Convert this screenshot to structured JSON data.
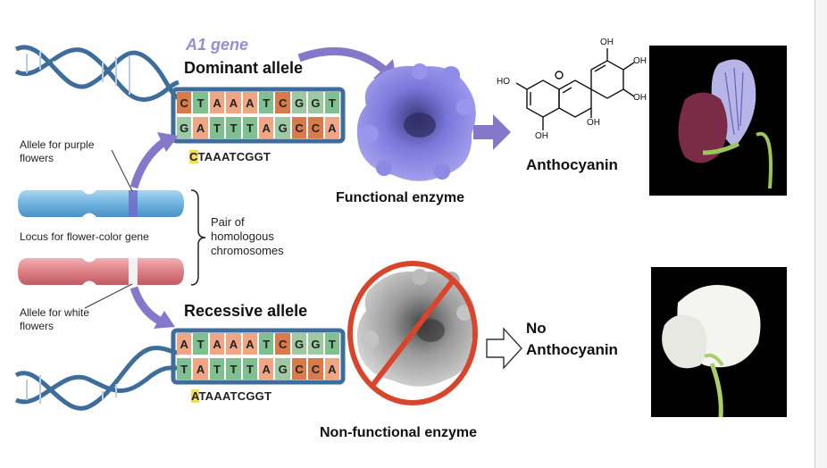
{
  "gene_title": "A1 gene",
  "dominant_label": "Dominant allele",
  "recessive_label": "Recessive allele",
  "dominant_sequence": {
    "top": [
      "C",
      "T",
      "A",
      "A",
      "A",
      "T",
      "C",
      "G",
      "G",
      "T"
    ],
    "bottom": [
      "G",
      "A",
      "T",
      "T",
      "T",
      "A",
      "G",
      "C",
      "C",
      "A"
    ],
    "first": "C",
    "rest": "TAAATCGGT"
  },
  "recessive_sequence": {
    "top": [
      "A",
      "T",
      "A",
      "A",
      "A",
      "T",
      "C",
      "G",
      "G",
      "T"
    ],
    "bottom": [
      "T",
      "A",
      "T",
      "T",
      "T",
      "A",
      "G",
      "C",
      "C",
      "A"
    ],
    "first": "A",
    "rest": "TAAATCGGT"
  },
  "allele_purple_label": "Allele for purple flowers",
  "allele_white_label": "Allele for white flowers",
  "locus_label": "Locus for flower-color gene",
  "pair_label": "Pair of homologous chromosomes",
  "functional_enzyme_label": "Functional enzyme",
  "nonfunctional_enzyme_label": "Non-functional enzyme",
  "anthocyanin_label": "Anthocyanin",
  "no_anthocyanin_line1": "No",
  "no_anthocyanin_line2": "Anthocyanin",
  "molecule_labels": {
    "oh_top": "OH",
    "oh_right_top": "OH",
    "oh_right_bottom": "OH",
    "ho_left": "HO",
    "oh_bottom": "OH",
    "oh_mid": "OH"
  },
  "colors": {
    "helix": "#3e6d9c",
    "purple_enzyme": "#8a86e8",
    "purple_accent": "#9b8ad6",
    "arrow_purple": "#8577c9",
    "base_T": "#7fbf90",
    "base_A": "#f0a585",
    "base_C": "#d97a4a",
    "base_G": "#9ec9a2",
    "chromosome_blue": "#6fb3e0",
    "chromosome_red": "#dd7f85",
    "no_sign_red": "#d9442c",
    "highlight": "#f3dc57"
  }
}
